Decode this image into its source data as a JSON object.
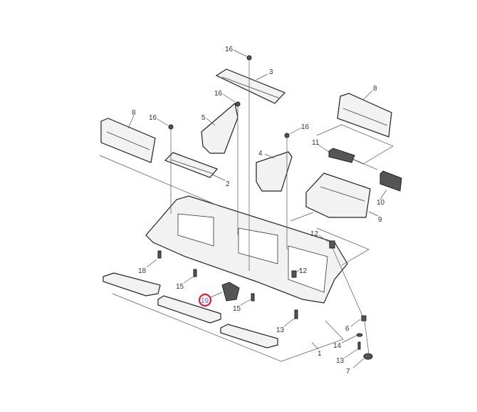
{
  "diagram": {
    "title": "Exploded parts view",
    "highlight_color": "#d9232e",
    "highlighted_callout": "19",
    "callouts": [
      "16",
      "3",
      "16",
      "8",
      "16",
      "5",
      "8",
      "16",
      "11",
      "4",
      "2",
      "10",
      "9",
      "12",
      "18",
      "12",
      "15",
      "19",
      "15",
      "13",
      "6",
      "1",
      "14",
      "13",
      "7"
    ]
  }
}
